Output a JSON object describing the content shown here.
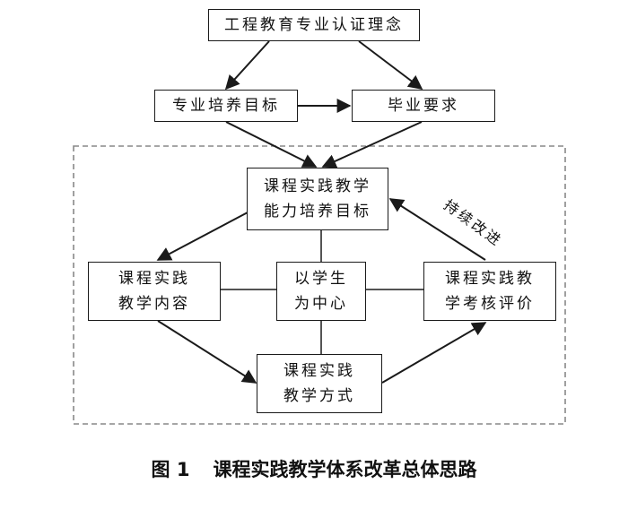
{
  "diagram": {
    "top": "工程教育专业认证理念",
    "goal": "专业培养目标",
    "graduation": "毕业要求",
    "capability": {
      "line1": "课程实践教学",
      "line2": "能力培养目标"
    },
    "content": {
      "line1": "课程实践",
      "line2": "教学内容"
    },
    "center": {
      "line1": "以学生",
      "line2": "为中心"
    },
    "evaluation": {
      "line1": "课程实践教",
      "line2": "学考核评价"
    },
    "method": {
      "line1": "课程实践",
      "line2": "教学方式"
    },
    "continuous": "持续改进"
  },
  "caption": {
    "number": "图 1",
    "title": "课程实践教学体系改革总体思路"
  },
  "colors": {
    "line": "#1a1a1a",
    "dashed_border": "#888888"
  }
}
